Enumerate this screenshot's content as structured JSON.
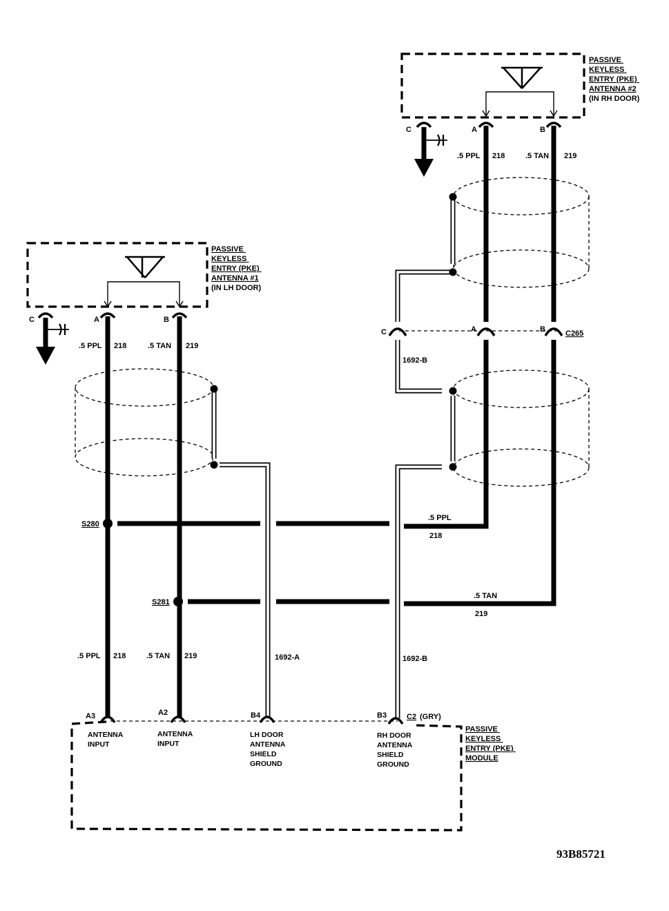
{
  "antenna_rh": {
    "title_lines": [
      "PASSIVE",
      "KEYLESS",
      "ENTRY (PKE)",
      "ANTENNA #2",
      "(IN RH DOOR)"
    ],
    "pin_c": "C",
    "pin_a": "A",
    "pin_b": "B"
  },
  "antenna_lh": {
    "title_lines": [
      "PASSIVE",
      "KEYLESS",
      "ENTRY (PKE)",
      "ANTENNA #1",
      "(IN LH DOOR)"
    ],
    "pin_c": "C",
    "pin_a": "A",
    "pin_b": "B"
  },
  "wires": {
    "ppl": ".5 PPL",
    "ppl_circuit": "218",
    "tan": ".5 TAN",
    "tan_circuit": "219",
    "shield_lh": "1692-A",
    "shield_rh": "1692-B"
  },
  "connector_c265": {
    "name": "C265",
    "pin_c": "C",
    "pin_a": "A",
    "pin_b": "B"
  },
  "splices": {
    "s280": "S280",
    "s281": "S281"
  },
  "module": {
    "title_lines": [
      "PASSIVE",
      "KEYLESS",
      "ENTRY (PKE)",
      "MODULE"
    ],
    "connector": "C2",
    "connector_color": "(GRY)",
    "pins": [
      {
        "pin": "A3",
        "lines": [
          "ANTENNA",
          "INPUT"
        ]
      },
      {
        "pin": "A2",
        "lines": [
          "ANTENNA",
          "INPUT"
        ]
      },
      {
        "pin": "B4",
        "lines": [
          "LH DOOR",
          "ANTENNA",
          "SHIELD",
          "GROUND"
        ]
      },
      {
        "pin": "B3",
        "lines": [
          "RH DOOR",
          "ANTENNA",
          "SHIELD",
          "GROUND"
        ]
      }
    ]
  },
  "figure_id": "93B85721"
}
